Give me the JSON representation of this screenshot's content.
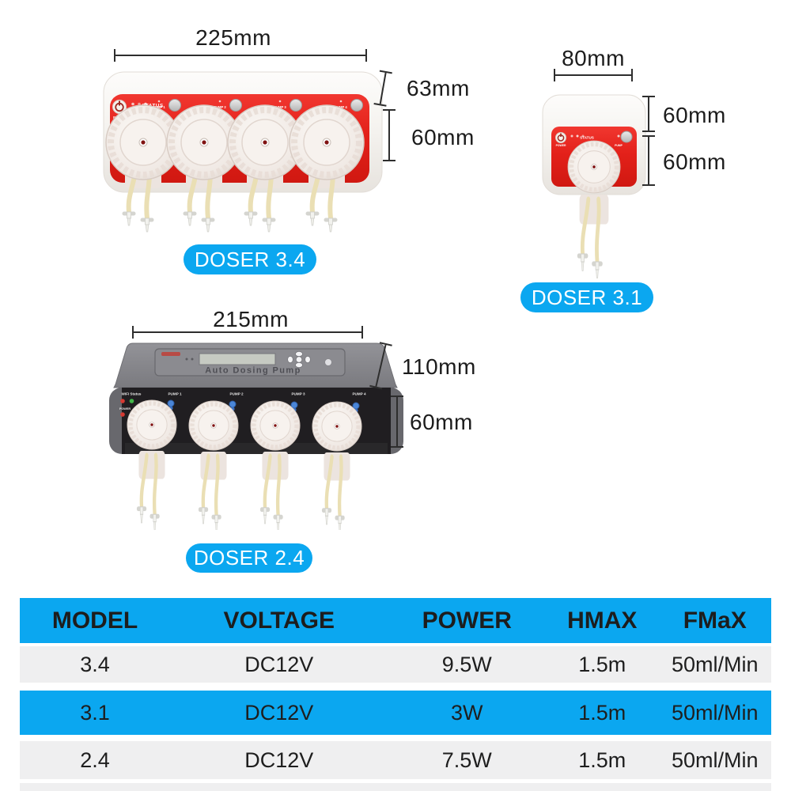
{
  "colors": {
    "accent_blue": "#0ba7f0",
    "panel_red": "#e3211a",
    "row_gray": "#efeff0"
  },
  "devices": [
    {
      "badge": "DOSER 3.4",
      "width": "225mm",
      "heights": [
        "63mm",
        "60mm"
      ],
      "panel": {
        "power": "POWER",
        "status": "STATUS",
        "pumps": [
          "PUMP 1",
          "PUMP 2",
          "PUMP 3",
          "PUMP 4"
        ]
      }
    },
    {
      "badge": "DOSER 3.1",
      "width": "80mm",
      "heights": [
        "60mm",
        "60mm"
      ],
      "panel": {
        "power": "POWER",
        "status": "STATUS",
        "pumps": [
          "PUMP"
        ]
      }
    },
    {
      "badge": "DOSER 2.4",
      "width": "215mm",
      "heights": [
        "110mm",
        "60mm"
      ],
      "top_text": "Auto Dosing Pump",
      "panel": {
        "wifi": "WiFi Status",
        "power": "POWER",
        "pumps": [
          "PUMP 1",
          "PUMP 2",
          "PUMP 3",
          "PUMP 4"
        ]
      }
    }
  ],
  "table": {
    "headers": [
      "MODEL",
      "VOLTAGE",
      "POWER",
      "HMAX",
      "FMaX"
    ],
    "rows": [
      [
        "3.4",
        "DC12V",
        "9.5W",
        "1.5m",
        "50ml/Min"
      ],
      [
        "3.1",
        "DC12V",
        "3W",
        "1.5m",
        "50ml/Min"
      ],
      [
        "2.4",
        "DC12V",
        "7.5W",
        "1.5m",
        "50ml/Min"
      ]
    ]
  }
}
